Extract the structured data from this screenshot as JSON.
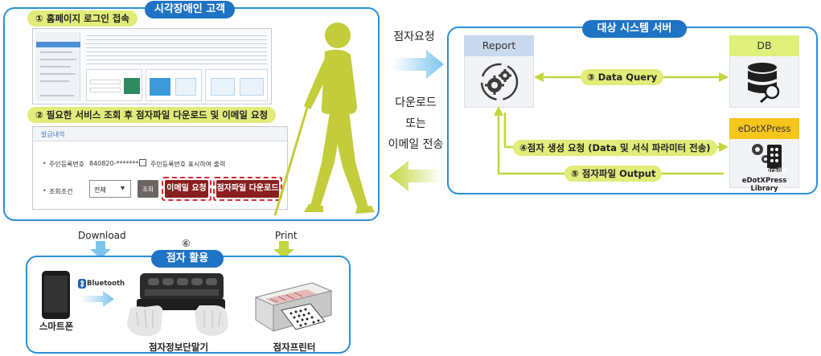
{
  "left_panel": {
    "title": "시각장애인 고객",
    "step1_label": "① 홈페이지 로그인 접속",
    "step2_label": "② 필요한 서비스 조회 후 점자파일 다운로드 및 이메일 요청",
    "form": {
      "tab": "발급내역",
      "id_label": "주민등록번호",
      "id_value": "840820-*******",
      "id_checkbox_label": "주민등록번호 표시하여 출력",
      "condition_label": "조회조건",
      "condition_value": "전체",
      "search_button": "조회",
      "email_button": "이메일 요청",
      "download_button": "점자파일 다운로드"
    }
  },
  "side_labels": {
    "request": "점자요청",
    "response_lines": [
      "다운로드",
      "또는",
      "이메일 전송"
    ]
  },
  "right_panel": {
    "title": "대상 시스템 서버",
    "report_label": "Report",
    "db_label": "DB",
    "edot_label": "eDotXPress",
    "edot_sub": "eDotXPress Library",
    "braille_text": "Braille",
    "flow3": "③ Data Query",
    "flow4": "④점자 생성 요청 (Data 및 서식 파라미터 전송)",
    "flow5": "⑤ 점자파일 Output"
  },
  "bottom_panel": {
    "title": "점자 활용",
    "download_label": "Download",
    "print_label": "Print",
    "step6": "⑥",
    "bluetooth_label": "Bluetooth",
    "smartphone_label": "스마트폰",
    "braille_terminal_label": "점자정보단말기",
    "braille_printer_label": "점자프린터"
  },
  "colors": {
    "panel_border": "#2b8fd6",
    "panel_title_bg": "#1f73c4",
    "step_pill": "#e1ec7a",
    "arrow_green": "#c2d640",
    "arrow_blue": "#7cc4ec",
    "report_head": "#c9d9ee",
    "db_head": "#dff07a",
    "edot_head": "#f6c51b",
    "highlight_red": "#d42b2b"
  }
}
